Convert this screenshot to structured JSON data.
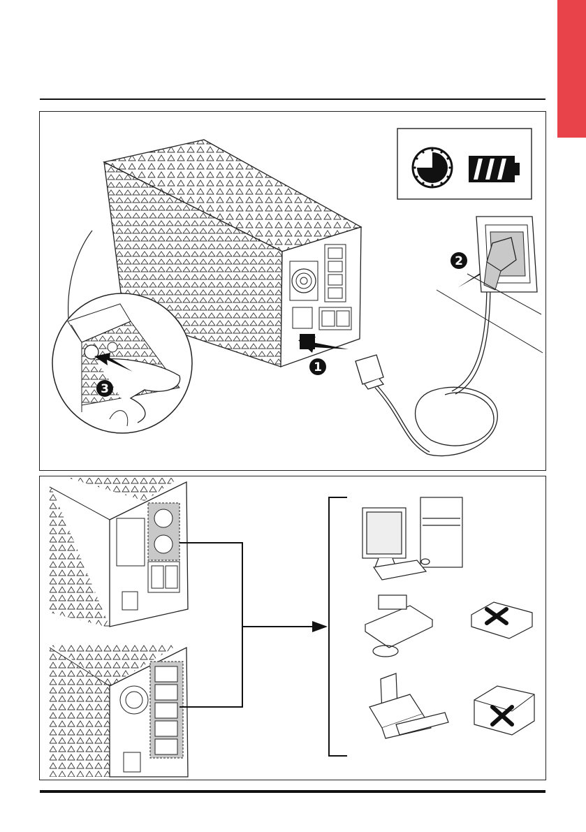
{
  "header": {
    "section_tab_color": "#e8424a"
  },
  "installation_steps": {
    "steps": [
      {
        "number": "1",
        "action": "connect-cable-to-ups-input"
      },
      {
        "number": "2",
        "action": "plug-into-wall-socket"
      },
      {
        "number": "3",
        "action": "press-power-button"
      }
    ],
    "indicators": {
      "icons": [
        "clock-charging-icon",
        "battery-full-icon"
      ]
    }
  },
  "load_connection": {
    "devices_on_battery_outlets": [
      "computer-workstation-icon",
      "fax-telephone-icon",
      "inkjet-printer-icon"
    ],
    "devices_not_allowed": [
      "laser-printer-crossed-icon",
      "photocopier-crossed-icon"
    ]
  },
  "colors": {
    "accent": "#e8424a",
    "line": "#222222",
    "fill_dark": "#111111",
    "fill_grey": "#c8c8c8"
  }
}
